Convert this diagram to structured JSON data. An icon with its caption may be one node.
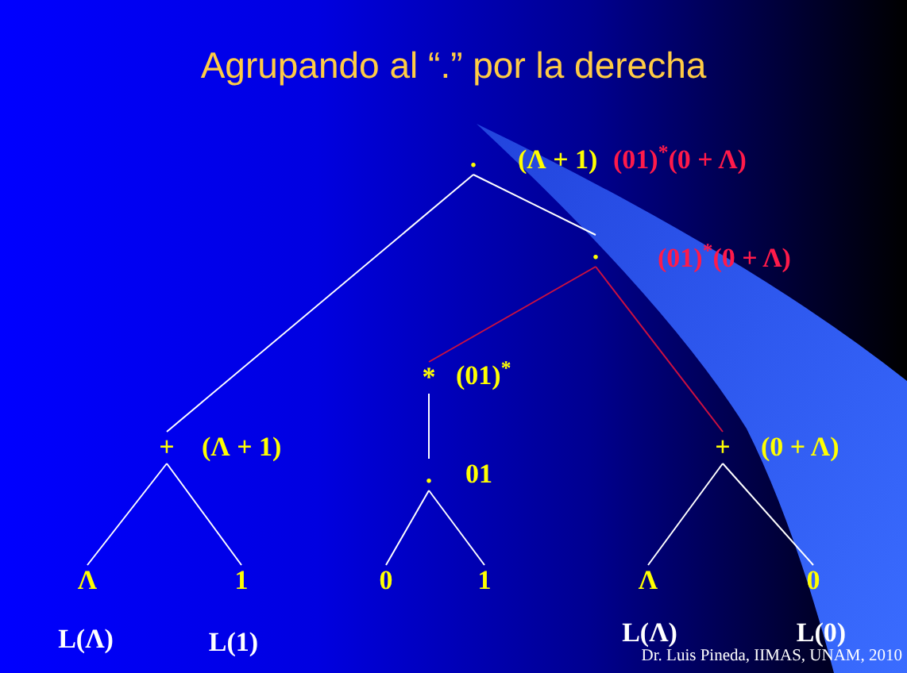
{
  "diagram": {
    "title": "Agrupando al “.” por la derecha",
    "nodes": [
      {
        "text": [
          "."
        ],
        "beside": [
          "(Λ + 1)",
          "(01)$^{*}$(0 + Λ)"
        ]
      },
      {
        "text": [
          "."
        ],
        "beside": [
          "(01)$^{*}$(0 + Λ)"
        ]
      },
      {
        "text": [
          "+"
        ],
        "beside": [
          "(Λ + 1)"
        ]
      },
      {
        "text": [
          "*"
        ],
        "beside": [
          "(01)$^{*}$"
        ]
      },
      {
        "text": [
          "+"
        ],
        "beside": [
          "(0 + Λ)"
        ]
      },
      {
        "text": [
          "Λ"
        ],
        "beside": [
          "L(Λ)"
        ]
      },
      {
        "text": [
          "1"
        ],
        "beside": [
          "L(1)"
        ]
      },
      {
        "text": [
          "."
        ],
        "beside": [
          "01"
        ]
      },
      {
        "text": [
          "0"
        ]
      },
      {
        "text": [
          "1"
        ]
      },
      {
        "text": [
          "Λ"
        ],
        "beside": [
          "L(Λ)"
        ]
      },
      {
        "text": [
          "0"
        ],
        "beside": [
          "L(0)"
        ]
      }
    ],
    "edges": [
      {
        "from": 0,
        "to": 2,
        "arrow": "none"
      },
      {
        "from": 0,
        "to": 1,
        "arrow": "none"
      },
      {
        "from": 1,
        "to": 3,
        "arrow": "none",
        "color": "#cc1040"
      },
      {
        "from": 1,
        "to": 4,
        "arrow": "none",
        "color": "#cc1040"
      },
      {
        "from": 3,
        "to": 7,
        "arrow": "none"
      },
      {
        "from": 2,
        "to": 5,
        "arrow": "none"
      },
      {
        "from": 2,
        "to": 6,
        "arrow": "none"
      },
      {
        "from": 7,
        "to": 8,
        "arrow": "none"
      },
      {
        "from": 7,
        "to": 9,
        "arrow": "none"
      },
      {
        "from": 4,
        "to": 10,
        "arrow": "none"
      },
      {
        "from": 4,
        "to": 11,
        "arrow": "none"
      }
    ],
    "labels": [
      "Dr. Luis Pineda, IIMAS, UNAM, 2010"
    ]
  }
}
